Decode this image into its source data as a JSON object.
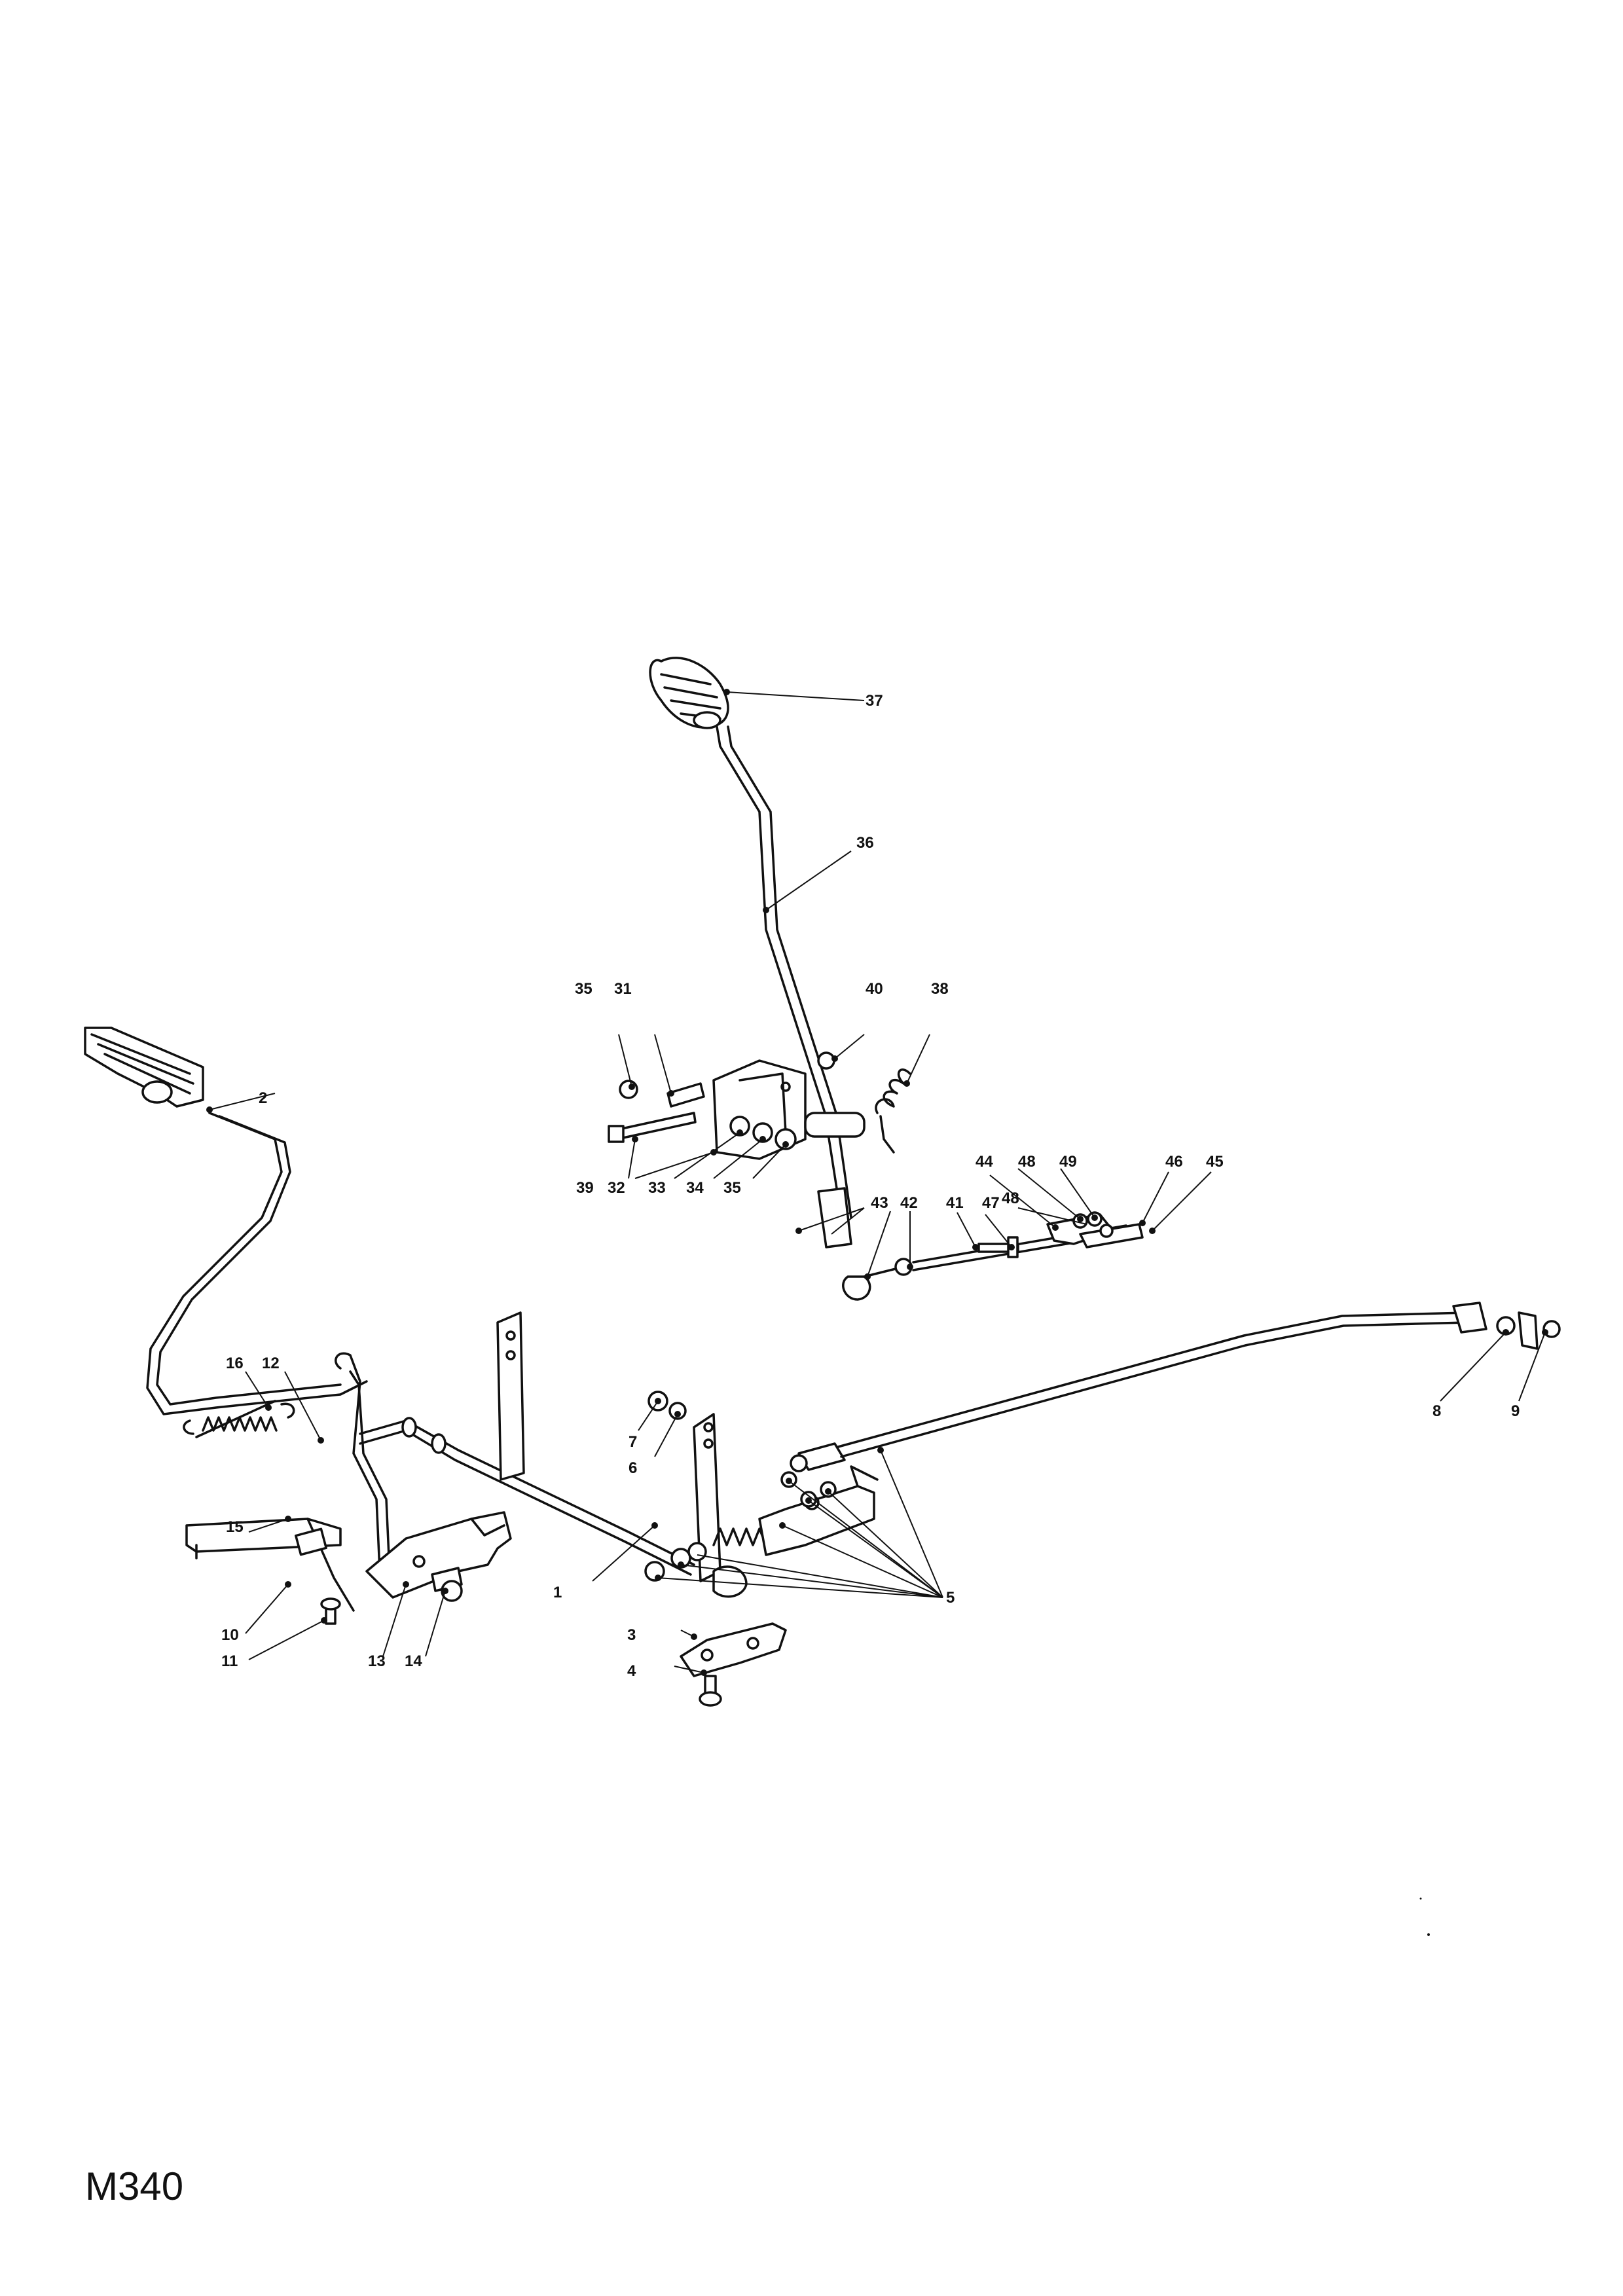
{
  "drawing_code": "M340",
  "callouts": {
    "p1": "1",
    "p2": "2",
    "p3": "3",
    "p4": "4",
    "p5": "5",
    "p6": "6",
    "p7": "7",
    "p8": "8",
    "p9": "9",
    "p10": "10",
    "p11": "11",
    "p12": "12",
    "p13": "13",
    "p14": "14",
    "p15": "15",
    "p16": "16",
    "p31": "31",
    "p32": "32",
    "p33": "33",
    "p34": "34",
    "p35a": "35",
    "p35b": "35",
    "p36": "36",
    "p37": "37",
    "p38": "38",
    "p39": "39",
    "p40": "40",
    "p41": "41",
    "p42": "42",
    "p43": "43",
    "p44": "44",
    "p45": "45",
    "p46": "46",
    "p47": "47",
    "p48a": "48",
    "p48b": "48",
    "p49": "49"
  }
}
